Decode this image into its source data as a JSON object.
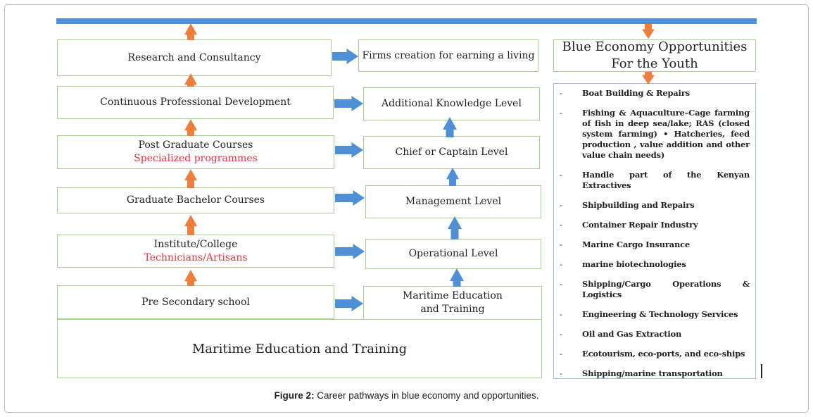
{
  "left_column": {
    "research": "Research and Consultancy",
    "cpd": "Continuous Professional  Development",
    "postgrad": "Post Graduate Courses",
    "postgrad_sub": "Specialized programmes",
    "graduate": "Graduate Bachelor Courses",
    "institute": "Institute/College",
    "institute_sub": "Technicians/Artisans",
    "pre_secondary": "Pre Secondary school",
    "base": "Maritime Education and Training"
  },
  "middle_column": {
    "firms": "Firms creation for earning a living",
    "additional": "Additional Knowledge Level",
    "chief": "Chief or Captain  Level",
    "management": "Management  Level",
    "operational": "Operational Level",
    "met_line1": "Maritime Education",
    "met_line2": "and Training"
  },
  "right_column": {
    "title_line1": "Blue Economy Opportunities",
    "title_line2": "For the  Youth",
    "bullet": "-",
    "items": [
      "Boat Building & Repairs",
      "Fishing & Aquaculture–Cage farming of fish in deep sea/lake; RAS (closed system farming) • Hatcheries, feed production , value addition and other value chain needs)",
      "Handle part of the Kenyan Extractives",
      "Shipbuilding and Repairs",
      "Container Repair Industry",
      "Marine Cargo Insurance",
      "marine biotechnologies",
      "Shipping/Cargo Operations & Logistics",
      "Engineering & Technology Services",
      "Oil and Gas Extraction",
      "Ecotourism, eco-ports, and eco-ships",
      "Shipping/marine transportation"
    ]
  },
  "caption": {
    "label": "Figure 2:",
    "text": " Career pathways in blue economy and opportunities."
  },
  "colors": {
    "orange_arrow": "#ef7d3c",
    "blue_arrow": "#4e8fd6",
    "box_border": "#a7cf8d",
    "list_border": "#9fbde0",
    "red_text": "#e8333f"
  }
}
